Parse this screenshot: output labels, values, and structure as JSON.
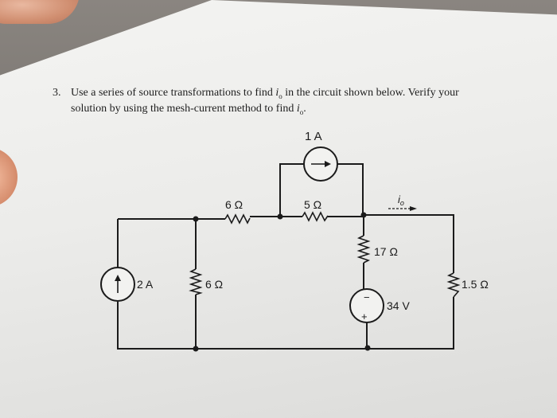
{
  "problem": {
    "number": "3.",
    "line1_a": "Use a series of source transformations to find",
    "line1_var": "i",
    "line1_sub": "o",
    "line1_b": "in the circuit shown below. Verify your",
    "line2_a": "solution by using the mesh-current method to find",
    "line2_var": "i",
    "line2_sub": "o",
    "line2_end": "."
  },
  "circuit": {
    "source_top_label": "1 A",
    "r_top_left": "6 Ω",
    "r_top_mid": "5 Ω",
    "current_label": "i",
    "current_sub": "o",
    "r_17": "17 Ω",
    "source_left_label": "2 A",
    "r_left_6": "6 Ω",
    "r_right": "1.5 Ω",
    "voltage_label": "34 V",
    "v_minus": "−",
    "v_plus": "+"
  }
}
